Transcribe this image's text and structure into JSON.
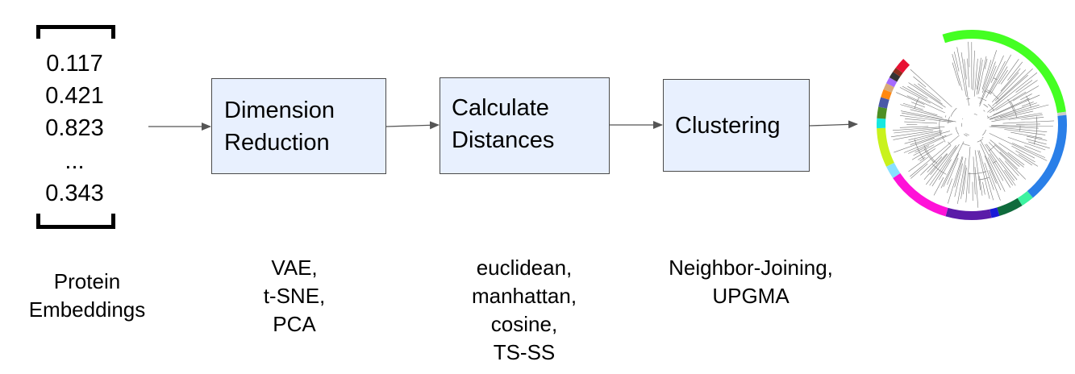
{
  "embedding": {
    "values": [
      "0.117",
      "0.421",
      "0.823",
      "...",
      "0.343"
    ],
    "caption": [
      "Protein",
      "Embeddings"
    ]
  },
  "steps": [
    {
      "label_lines": [
        "Dimension",
        "Reduction"
      ],
      "options": [
        "VAE,",
        "t-SNE,",
        "PCA"
      ]
    },
    {
      "label_lines": [
        "Calculate",
        "Distances"
      ],
      "options": [
        "euclidean,",
        "manhattan,",
        "cosine,",
        "TS-SS"
      ]
    },
    {
      "label_lines": [
        "Clustering"
      ],
      "options": [
        "Neighbor-Joining,",
        "UPGMA"
      ]
    }
  ],
  "colors": {
    "box_fill": "#e8f0fe",
    "box_border": "#4a4a4a",
    "arrow": "#555555",
    "bracket": "#000000",
    "ring_segments": [
      "#44ff22",
      "#cccccc",
      "#2a7fe8",
      "#3df2a0",
      "#0f6b3c",
      "#1a1ad8",
      "#5b1ba8",
      "#ff12d8",
      "#88e1ff",
      "#c9f21c",
      "#16e8e0",
      "#4d8f23",
      "#4a5aa8",
      "#ff8811",
      "#d9aa77",
      "#a56bff",
      "#333333",
      "#8b2e1d",
      "#e81133"
    ]
  }
}
